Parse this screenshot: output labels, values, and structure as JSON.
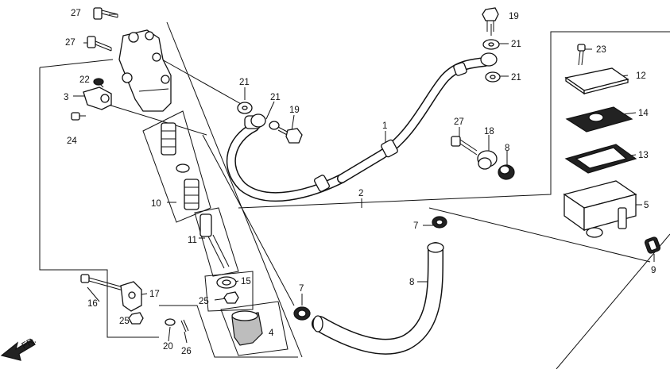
{
  "callouts": [
    {
      "id": "c1",
      "text": "1"
    },
    {
      "id": "c2",
      "text": "2"
    },
    {
      "id": "c3",
      "text": "3"
    },
    {
      "id": "c4",
      "text": "4"
    },
    {
      "id": "c5",
      "text": "5"
    },
    {
      "id": "c7a",
      "text": "7"
    },
    {
      "id": "c7b",
      "text": "7"
    },
    {
      "id": "c8a",
      "text": "8"
    },
    {
      "id": "c8b",
      "text": "8"
    },
    {
      "id": "c9",
      "text": "9"
    },
    {
      "id": "c10",
      "text": "10"
    },
    {
      "id": "c11",
      "text": "11"
    },
    {
      "id": "c12",
      "text": "12"
    },
    {
      "id": "c13",
      "text": "13"
    },
    {
      "id": "c14",
      "text": "14"
    },
    {
      "id": "c15",
      "text": "15"
    },
    {
      "id": "c16",
      "text": "16"
    },
    {
      "id": "c17",
      "text": "17"
    },
    {
      "id": "c18",
      "text": "18"
    },
    {
      "id": "c19a",
      "text": "19"
    },
    {
      "id": "c19b",
      "text": "19"
    },
    {
      "id": "c20",
      "text": "20"
    },
    {
      "id": "c21a",
      "text": "21"
    },
    {
      "id": "c21b",
      "text": "21"
    },
    {
      "id": "c21c",
      "text": "21"
    },
    {
      "id": "c21d",
      "text": "21"
    },
    {
      "id": "c22",
      "text": "22"
    },
    {
      "id": "c23",
      "text": "23"
    },
    {
      "id": "c24",
      "text": "24"
    },
    {
      "id": "c25a",
      "text": "25"
    },
    {
      "id": "c25b",
      "text": "25"
    },
    {
      "id": "c26",
      "text": "26"
    },
    {
      "id": "c27a",
      "text": "27"
    },
    {
      "id": "c27b",
      "text": "27"
    },
    {
      "id": "c27c",
      "text": "27"
    }
  ],
  "front_indicator": "FR."
}
